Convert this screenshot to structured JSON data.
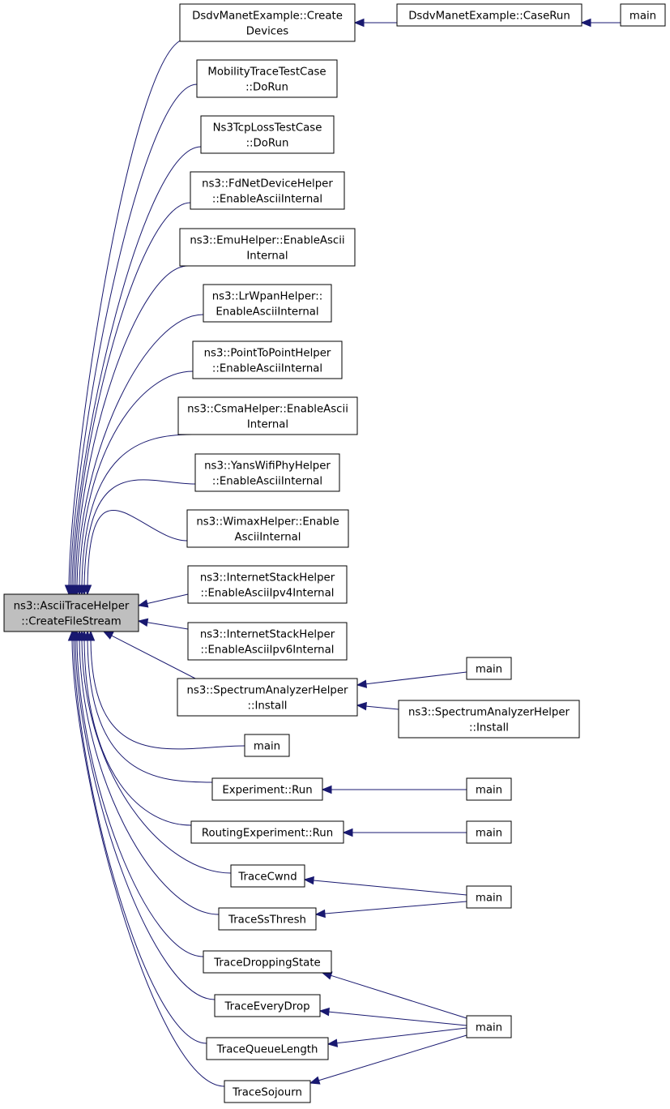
{
  "graph": {
    "nodes": [
      {
        "id": "root",
        "lines": [
          "ns3::AsciiTraceHelper",
          "::CreateFileStream"
        ]
      },
      {
        "id": "dsdv_create",
        "lines": [
          "DsdvManetExample::Create",
          "Devices"
        ]
      },
      {
        "id": "dsdv_caserun",
        "lines": [
          "DsdvManetExample::CaseRun"
        ]
      },
      {
        "id": "main_dsdv",
        "lines": [
          "main"
        ]
      },
      {
        "id": "mobility",
        "lines": [
          "MobilityTraceTestCase",
          "::DoRun"
        ]
      },
      {
        "id": "ns3tcploss",
        "lines": [
          "Ns3TcpLossTestCase",
          "::DoRun"
        ]
      },
      {
        "id": "fdnet",
        "lines": [
          "ns3::FdNetDeviceHelper",
          "::EnableAsciiInternal"
        ]
      },
      {
        "id": "emu",
        "lines": [
          "ns3::EmuHelper::EnableAscii",
          "Internal"
        ]
      },
      {
        "id": "lrwpan",
        "lines": [
          "ns3::LrWpanHelper::",
          "EnableAsciiInternal"
        ]
      },
      {
        "id": "p2p",
        "lines": [
          "ns3::PointToPointHelper",
          "::EnableAsciiInternal"
        ]
      },
      {
        "id": "csma",
        "lines": [
          "ns3::CsmaHelper::EnableAscii",
          "Internal"
        ]
      },
      {
        "id": "yans",
        "lines": [
          "ns3::YansWifiPhyHelper",
          "::EnableAsciiInternal"
        ]
      },
      {
        "id": "wimax",
        "lines": [
          "ns3::WimaxHelper::Enable",
          "AsciiInternal"
        ]
      },
      {
        "id": "inet4",
        "lines": [
          "ns3::InternetStackHelper",
          "::EnableAsciiIpv4Internal"
        ]
      },
      {
        "id": "inet6",
        "lines": [
          "ns3::InternetStackHelper",
          "::EnableAsciiIpv6Internal"
        ]
      },
      {
        "id": "spec_install1",
        "lines": [
          "ns3::SpectrumAnalyzerHelper",
          "::Install"
        ]
      },
      {
        "id": "main_spec",
        "lines": [
          "main"
        ]
      },
      {
        "id": "spec_install2",
        "lines": [
          "ns3::SpectrumAnalyzerHelper",
          "::Install"
        ]
      },
      {
        "id": "main_direct",
        "lines": [
          "main"
        ]
      },
      {
        "id": "exp_run",
        "lines": [
          "Experiment::Run"
        ]
      },
      {
        "id": "main_exp",
        "lines": [
          "main"
        ]
      },
      {
        "id": "rout_run",
        "lines": [
          "RoutingExperiment::Run"
        ]
      },
      {
        "id": "main_rout",
        "lines": [
          "main"
        ]
      },
      {
        "id": "tracecwnd",
        "lines": [
          "TraceCwnd"
        ]
      },
      {
        "id": "main_cwnd",
        "lines": [
          "main"
        ]
      },
      {
        "id": "tracessthresh",
        "lines": [
          "TraceSsThresh"
        ]
      },
      {
        "id": "tracedrop",
        "lines": [
          "TraceDroppingState"
        ]
      },
      {
        "id": "traceevery",
        "lines": [
          "TraceEveryDrop"
        ]
      },
      {
        "id": "tracequeue",
        "lines": [
          "TraceQueueLength"
        ]
      },
      {
        "id": "tracesojourn",
        "lines": [
          "TraceSojourn"
        ]
      },
      {
        "id": "main_trace",
        "lines": [
          "main"
        ]
      }
    ],
    "edges": [
      [
        "dsdv_create",
        "root"
      ],
      [
        "mobility",
        "root"
      ],
      [
        "ns3tcploss",
        "root"
      ],
      [
        "fdnet",
        "root"
      ],
      [
        "emu",
        "root"
      ],
      [
        "lrwpan",
        "root"
      ],
      [
        "p2p",
        "root"
      ],
      [
        "csma",
        "root"
      ],
      [
        "yans",
        "root"
      ],
      [
        "wimax",
        "root"
      ],
      [
        "inet4",
        "root"
      ],
      [
        "inet6",
        "root"
      ],
      [
        "spec_install1",
        "root"
      ],
      [
        "main_direct",
        "root"
      ],
      [
        "exp_run",
        "root"
      ],
      [
        "rout_run",
        "root"
      ],
      [
        "tracecwnd",
        "root"
      ],
      [
        "tracessthresh",
        "root"
      ],
      [
        "tracedrop",
        "root"
      ],
      [
        "traceevery",
        "root"
      ],
      [
        "tracequeue",
        "root"
      ],
      [
        "tracesojourn",
        "root"
      ],
      [
        "dsdv_caserun",
        "dsdv_create"
      ],
      [
        "main_dsdv",
        "dsdv_caserun"
      ],
      [
        "main_spec",
        "spec_install1"
      ],
      [
        "spec_install2",
        "spec_install1"
      ],
      [
        "main_exp",
        "exp_run"
      ],
      [
        "main_rout",
        "rout_run"
      ],
      [
        "main_cwnd",
        "tracecwnd"
      ],
      [
        "main_cwnd",
        "tracessthresh"
      ],
      [
        "main_trace",
        "tracedrop"
      ],
      [
        "main_trace",
        "traceevery"
      ],
      [
        "main_trace",
        "tracequeue"
      ],
      [
        "main_trace",
        "tracesojourn"
      ]
    ],
    "colors": {
      "root_fill": "#bfbfbf",
      "node_fill": "#ffffff",
      "node_border": "#000000",
      "edge": "#191970"
    }
  }
}
